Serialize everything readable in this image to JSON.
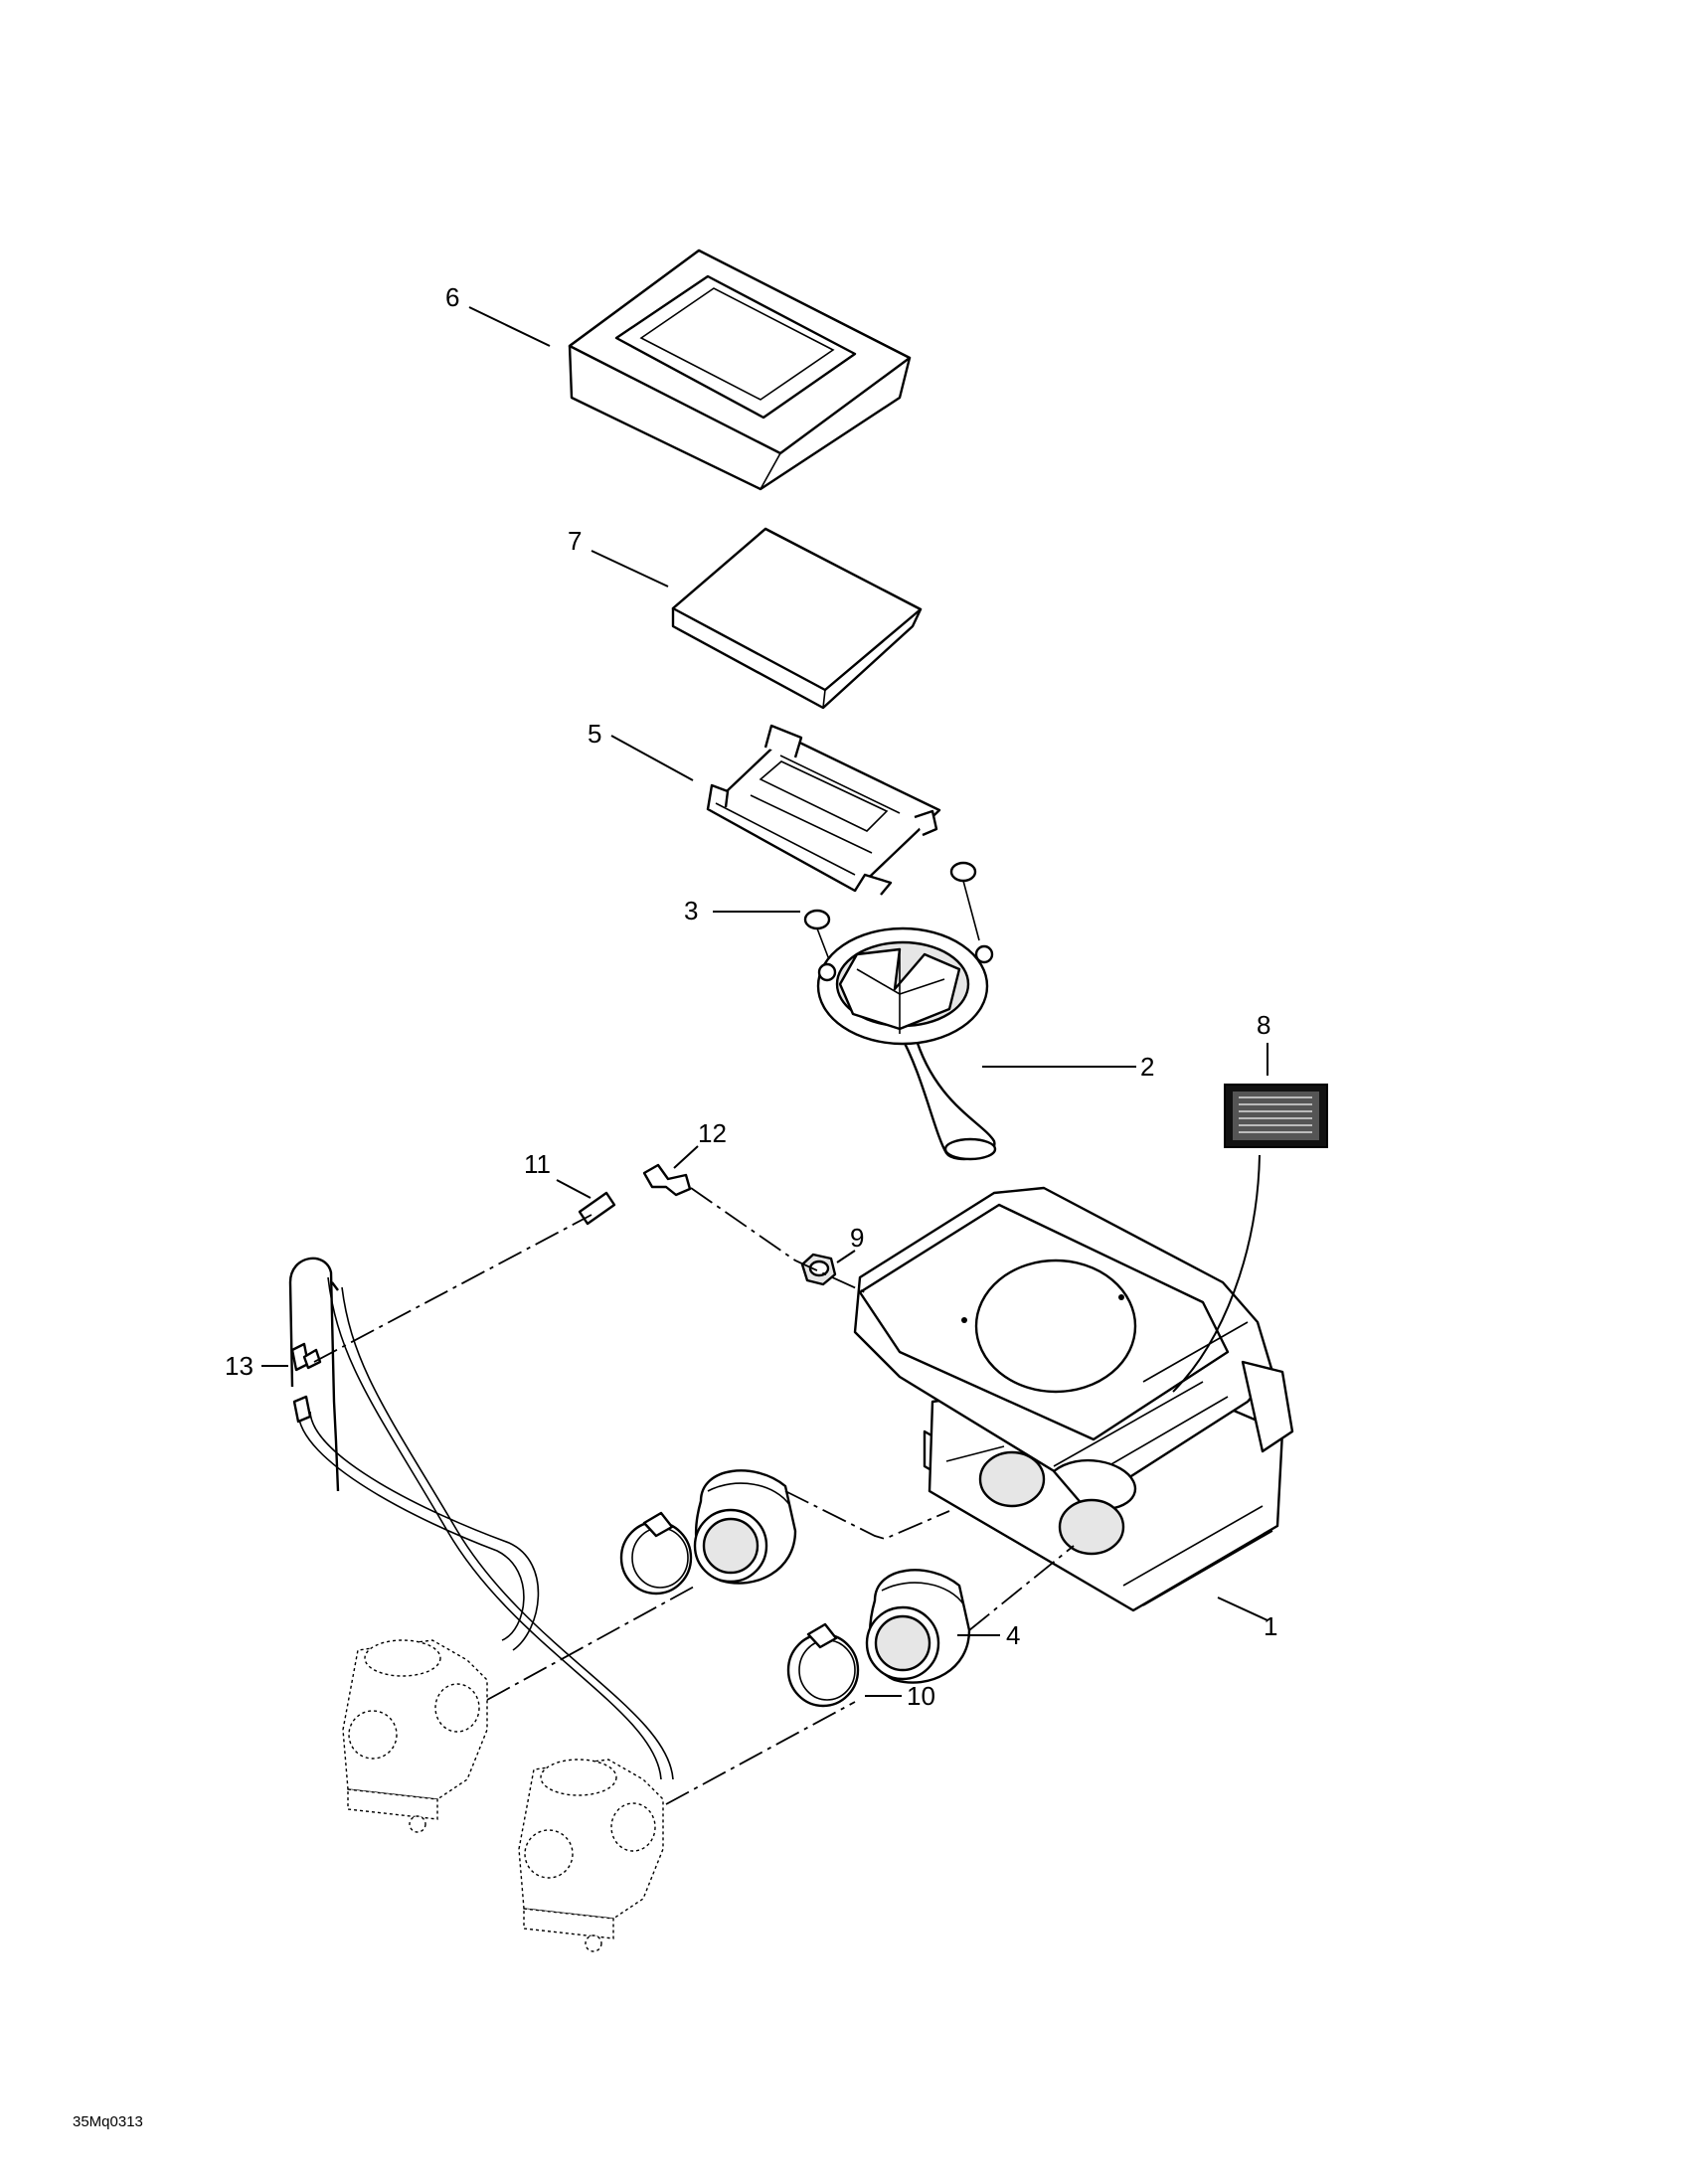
{
  "diagram": {
    "callouts": [
      {
        "id": "1",
        "label": "1"
      },
      {
        "id": "2",
        "label": "2"
      },
      {
        "id": "3",
        "label": "3"
      },
      {
        "id": "4",
        "label": "4"
      },
      {
        "id": "5",
        "label": "5"
      },
      {
        "id": "6",
        "label": "6"
      },
      {
        "id": "7",
        "label": "7"
      },
      {
        "id": "8",
        "label": "8"
      },
      {
        "id": "9",
        "label": "9"
      },
      {
        "id": "10",
        "label": "10"
      },
      {
        "id": "11",
        "label": "11"
      },
      {
        "id": "12",
        "label": "12"
      },
      {
        "id": "13",
        "label": "13"
      }
    ],
    "drawing_code": "35Mq0313"
  }
}
